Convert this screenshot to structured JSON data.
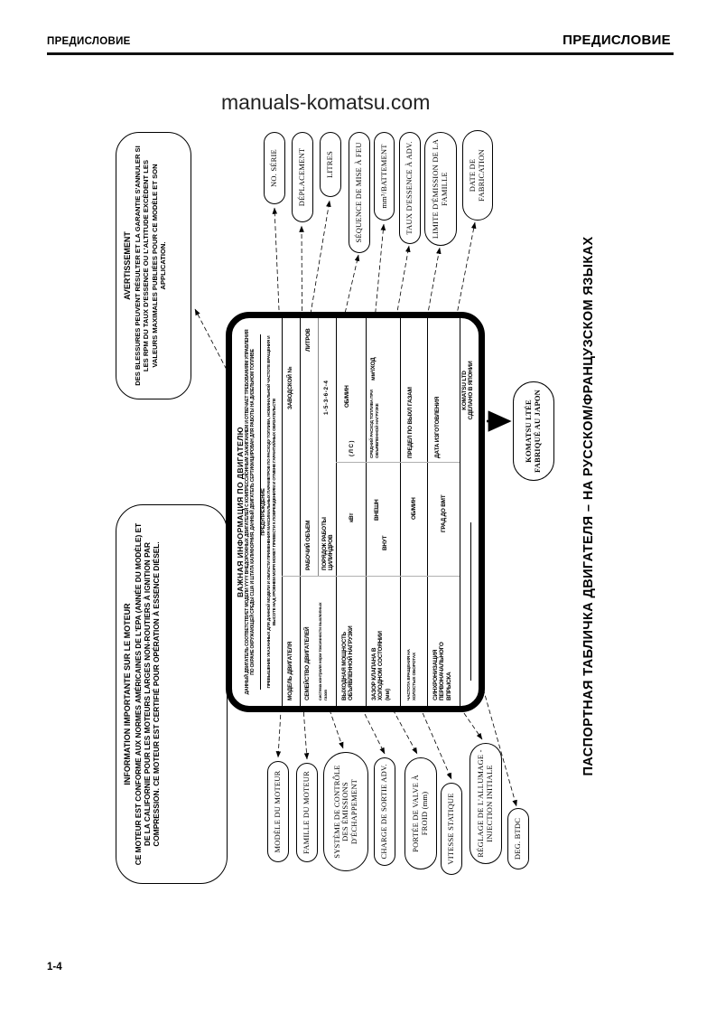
{
  "header": {
    "left_title": "ПРЕДИСЛОВИЕ",
    "right_title": "ПРЕДИСЛОВИЕ"
  },
  "watermark": "manuals-komatsu.com",
  "page_number": "1-4",
  "figure_caption": "ПАСПОРТНАЯ ТАБЛИЧКА ДВИГАТЕЛЯ – НА РУССКОМ/ФРАНЦУЗСКОМ ЯЗЫКАХ",
  "info_note": {
    "title": "INFORMATION IMPORTANTE SUR LE MOTEUR",
    "body": "CE MOTEUR EST CONFORME AUX NORMES AMÉRICAINES DE L'EPA (ANNÉE DU MODÈLE) ET DE LA CALIFORNIE POUR LES MOTEURS LARGES NON-ROUTIERS À IGNITION PAR COMPRESSION.  CE MOTEUR EST CERTIFIÉ POUR OPÉRATION À ESSENCE DIÉSEL."
  },
  "warning_note": {
    "title": "AVERTISSEMENT",
    "body": "DES BLESSURES PEUVENT RÉSULTER ET LA GARANTIE S'ANNULER SI LES RPM DU TAUX D'ESSENCE OU L'ALTITUDE EXCÈDENT LES VALEURS MAXIMALES PUBLIÉES POUR CE MODÈLE ET SON APPLICATION."
  },
  "left_labels": [
    "MODÈLE DU MOTEUR",
    "FAMILLE DU MOTEUR",
    "SYSTÈME DE CONTRÔLE DES ÉMISSIONS D'ÉCHAPPEMENT",
    "CHARGE DE SORTIE ADV.",
    "PORTÉE DE VALVE À FROID (mm)",
    "VITESSE STATIQUE",
    "RÉGLAGE DE L'ALLUMAGE - INJECTION INITIALE",
    "DEG. BTDC"
  ],
  "right_labels": [
    "NO. SÉRIE",
    "DÉPLACEMENT",
    "LITRES",
    "SÉQUENCE DE MISE À FEU",
    "mm³/BATTEMENT",
    "TAUX D'ESSENCE À ADV.",
    "LIMITE D'ÉMISSION DE LA FAMILLE",
    "DATE DE FABRICATION"
  ],
  "komatsu_pill": {
    "line1": "KOMATSU LTÉE",
    "line2": "FABRIQUÉ AU JAPON"
  },
  "plate": {
    "title": "ВАЖНАЯ ИНФОРМАЦИЯ ПО ДВИГАТЕЛЮ",
    "certification": "ДАННЫЙ ДВИГАТЕЛЬ СООТВЕТСТВУЕТ МОДЕЛИ YYYY ВНЕДОРОЖНЫХ ДВИГАТЕЛЕЙ С КОМПРЕССИОННЫМ ЗАЖИГАНИЕМ И ОТВЕЧАЕТ ТРЕБОВАНИЯМ УПРАВЛЕНИЯ ПО ОХРАНЕ ОКРУЖАЮЩЕЙ СРЕДЫ США И ШТАТА КАЛИФОРНИЯ.  ДАННЫЙ ДВИГАТЕЛЬ СЕРТИФИЦИРОВАН ДЛЯ РАБОТЫ НА ДИЗЕЛЬНОМ ТОПЛИВЕ",
    "warning_title": "ПРЕДУПРЕЖДЕНИЕ",
    "warning_text": "ПРЕВЫШЕНИЕ УКАЗАННЫХ ДЛЯ ДАННОЙ МОДЕЛИ И ОБЛАСТИ ПРИМЕНЕНИЯ МАКСИМАЛЬНЫХ ПАРАМЕТРОВ ПО РАСХОДУ ТОПЛИВА, НОМИНАЛЬНОЙ ЧАСТОТЕ ВРАЩЕНИЯ И ВЫСОТЕ НАД УРОВНЕМ МОРЯ МОЖЕТ ПРИВЕСТИ К ПОВРЕЖДЕНИЯМ И ОТМЕНЕ ГАРАНТИЙНЫХ ОБЯЗАТЕЛЬСТВ",
    "model_label": "МОДЕЛЬ ДВИГАТЕЛЯ",
    "serial_label": "ЗАВОДСКОЙ №",
    "family_label": "СЕМЕЙСТВО ДВИГАТЕЛЕЙ",
    "family_sub": "система контроля норм токсичности выхлопных газов",
    "displacement_label": "РАБОЧИЙ ОБЪЕМ",
    "displacement_unit": "ЛИТРОВ",
    "firing_order_label": "ПОРЯДОК РАБОТЫ ЦИЛИНДРОВ",
    "firing_order_value": "1-5-3-6-2-4",
    "power_label": "ВЫХОДНАЯ МОЩНОСТЬ ОБЪЯВЛЕННОЙ НАГРУЗКИ",
    "power_unit_kw": "кВт",
    "power_unit_hp": "(    Л С  )",
    "power_unit_rpm": "ОБ/МИН",
    "valve_label": "ЗАЗОР КЛАПАНА В ХОЛОДНОМ СОСТОЯНИИ (мм)",
    "valve_in": "ВНУТ",
    "valve_ex": "ВНЕШН",
    "fuel_label": "СРЕДНИЙ РАСХОД ТОПЛИВА ПРИ ОБЪЯВЛЕННОЙ НАГРУЗКЕ",
    "fuel_unit": "мм³/ХОД",
    "idle_label": "ЧАСТОТА ВРАЩЕНИЯ НА ХОЛОСТЫХ ОБОРОТАХ",
    "idle_unit": "ОБ/МИН",
    "emission_label": "ПРЕДЕЛ ПО ВЫХЛ ГАЗАМ",
    "timing_label": "СИНХРОНИЗАЦИЯ ПЕРВОНАЧАЛЬНОГО ВПРЫСКА",
    "timing_unit": "ГРАД ДО ВМТ",
    "date_label": "ДАТА ИЗГОТОВЛЕНИЯ",
    "maker": "KOMATSU LTD",
    "made_in": "СДЕЛАНО В ЯПОНИИ"
  }
}
